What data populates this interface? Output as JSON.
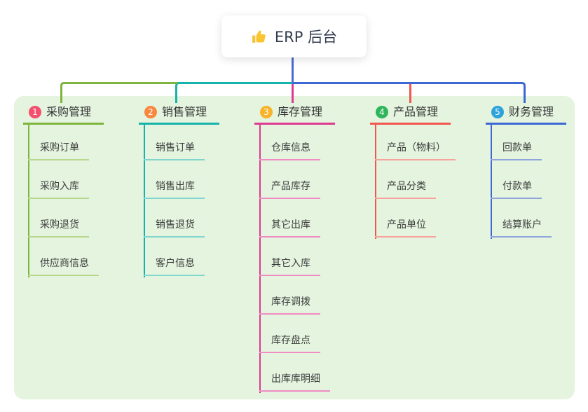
{
  "root": {
    "title": "ERP 后台",
    "icon": "thumbs-up-icon"
  },
  "colors": {
    "trunk": "#4b6bd5",
    "panel_bg": "#e4f4df",
    "root_bg": "#ffffff",
    "text": "#333333"
  },
  "branches": [
    {
      "index": "1",
      "title": "采购管理",
      "badge_color": "#f4506e",
      "line_color": "#7db53f",
      "light_color": "#b6d78c",
      "children": [
        "采购订单",
        "采购入库",
        "采购退货",
        "供应商信息"
      ]
    },
    {
      "index": "2",
      "title": "销售管理",
      "badge_color": "#f8873f",
      "line_color": "#15b3aa",
      "light_color": "#80d5cc",
      "children": [
        "销售订单",
        "销售出库",
        "销售退货",
        "客户信息"
      ]
    },
    {
      "index": "3",
      "title": "库存管理",
      "badge_color": "#f9b32a",
      "line_color": "#df3a92",
      "light_color": "#f08cc3",
      "children": [
        "仓库信息",
        "产品库存",
        "其它出库",
        "其它入库",
        "库存调拨",
        "库存盘点",
        "出库库明细"
      ]
    },
    {
      "index": "4",
      "title": "产品管理",
      "badge_color": "#2fb55b",
      "line_color": "#f4554d",
      "light_color": "#f8a29c",
      "children": [
        "产品（物料）",
        "产品分类",
        "产品单位"
      ]
    },
    {
      "index": "5",
      "title": "财务管理",
      "badge_color": "#2ea2db",
      "line_color": "#3d68d3",
      "light_color": "#90a4dc",
      "children": [
        "回款单",
        "付款单",
        "结算账户"
      ]
    }
  ]
}
